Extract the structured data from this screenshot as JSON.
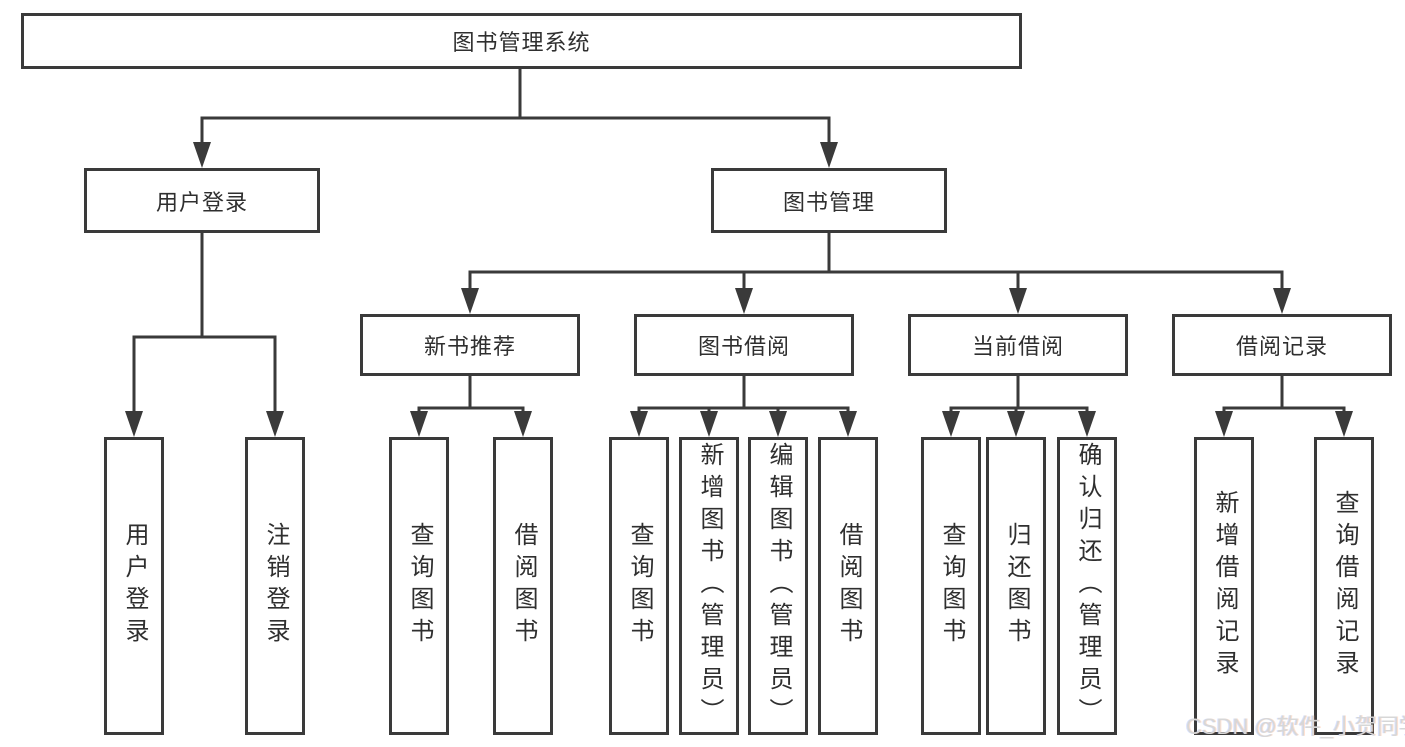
{
  "diagram": {
    "root": {
      "label": "图书管理系统"
    },
    "level2": [
      {
        "label": "用户登录"
      },
      {
        "label": "图书管理"
      }
    ],
    "level3": [
      {
        "label": "新书推荐"
      },
      {
        "label": "图书借阅"
      },
      {
        "label": "当前借阅"
      },
      {
        "label": "借阅记录"
      }
    ],
    "leaves": {
      "user_login": [
        "用户登录",
        "注销登录"
      ],
      "new_books": [
        "查询图书",
        "借阅图书"
      ],
      "book_borrow": [
        "查询图书",
        "新增图书（管理员）",
        "编辑图书（管理员）",
        "借阅图书"
      ],
      "current_borrow": [
        "查询图书",
        "归还图书",
        "确认归还（管理员）"
      ],
      "borrow_records": [
        "新增借阅记录",
        "查询借阅记录"
      ]
    }
  },
  "watermark": {
    "text": "CSDN @软件_小贺同学"
  },
  "colors": {
    "line": "#3a3a3a",
    "box_border": "#3a3a3a",
    "text": "#2f2f2f",
    "watermark": "#d7d7d7",
    "background": "#ffffff"
  }
}
